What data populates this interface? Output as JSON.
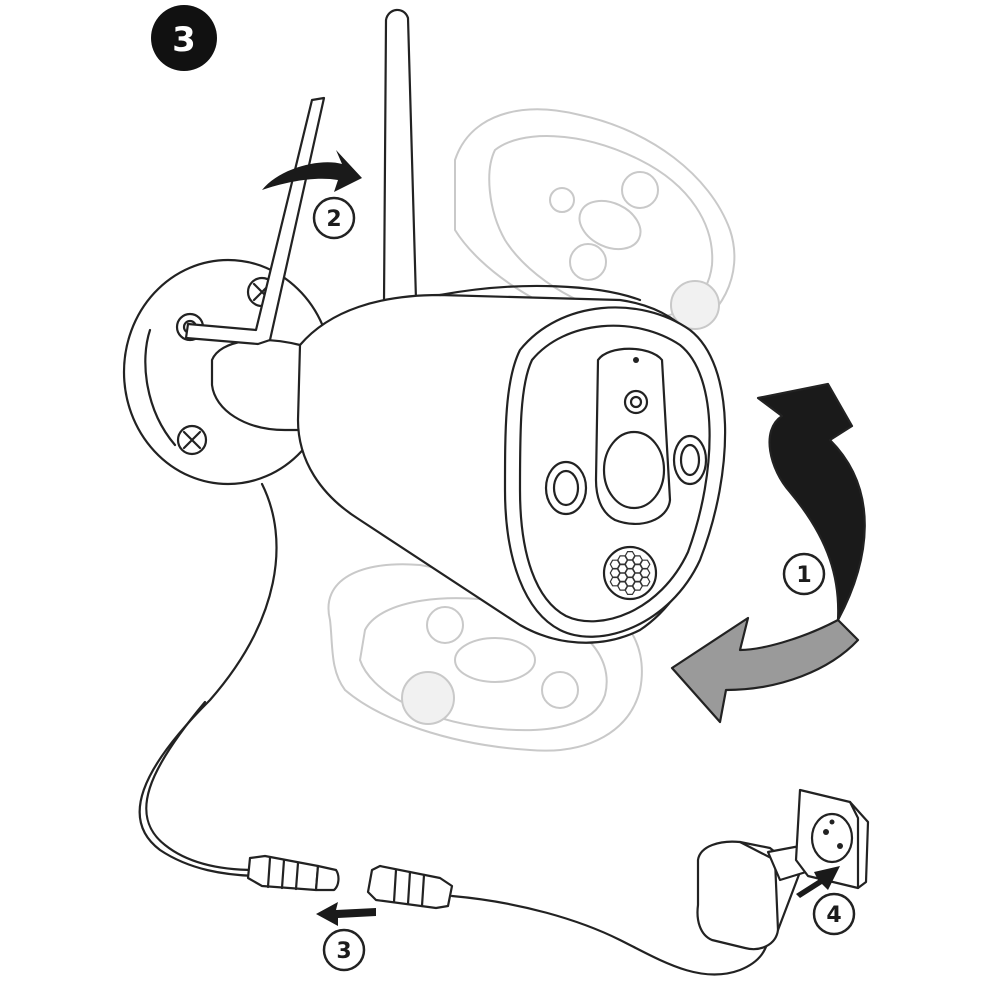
{
  "step": {
    "number": "3"
  },
  "callouts": [
    {
      "id": "c1",
      "label": "1"
    },
    {
      "id": "c2",
      "label": "2"
    },
    {
      "id": "c3",
      "label": "3"
    },
    {
      "id": "c4",
      "label": "4"
    }
  ],
  "colors": {
    "ink": "#1c1c1c",
    "ghost_outline": "#c9c9c9",
    "arrow_dark": "#1a1a1a",
    "arrow_light": "#9a9a9a",
    "paper": "#ffffff"
  },
  "icons": [
    "step-badge",
    "hex-key",
    "rotate-arrow",
    "camera",
    "wall-mount",
    "dc-connector",
    "power-adapter",
    "wall-socket",
    "push-arrow"
  ]
}
